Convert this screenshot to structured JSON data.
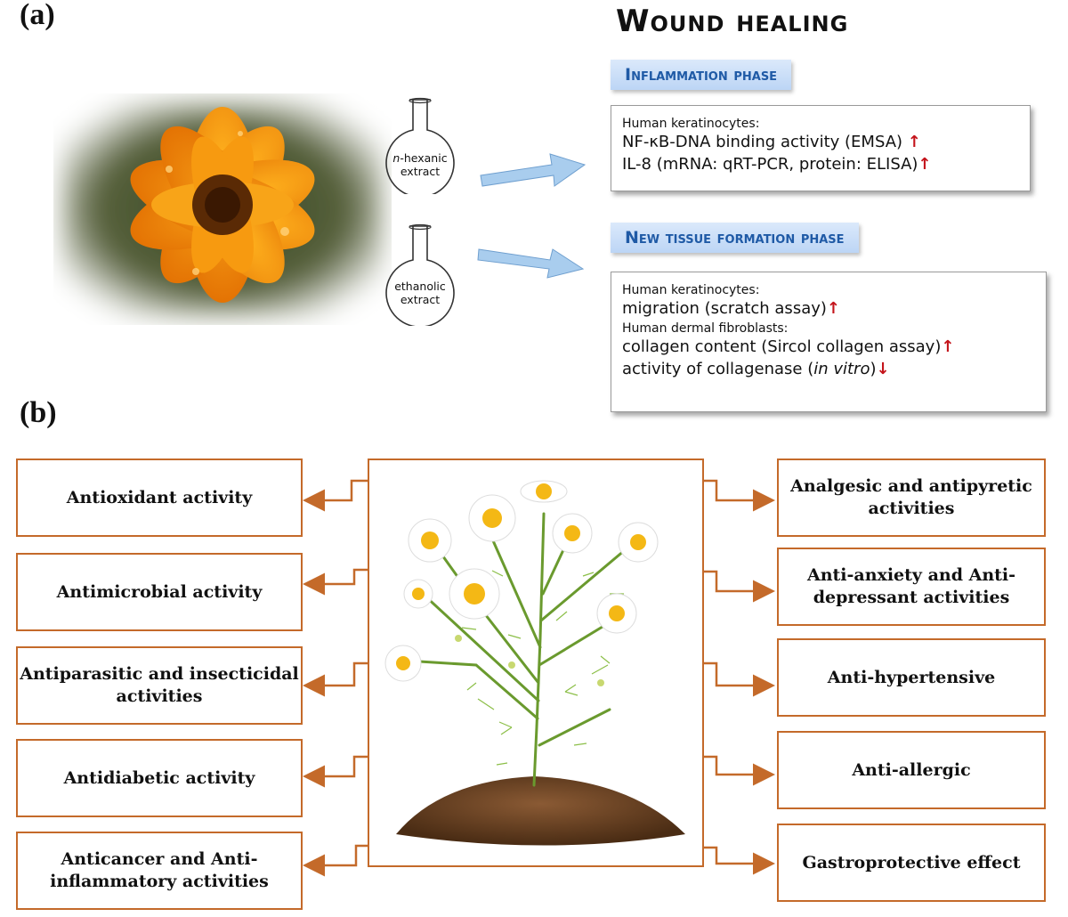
{
  "panel_a": {
    "label": "(a)",
    "title": "Wound healing",
    "extracts": [
      {
        "prefix": "n",
        "rest": "-hexanic",
        "line2": "extract"
      },
      {
        "prefix": "",
        "rest": "ethanolic",
        "line2": "extract"
      }
    ],
    "inflammation": {
      "title": "Inflammation phase",
      "cell_type": "Human keratinocytes:",
      "items": [
        {
          "text": "NF-κB-DNA binding activity (EMSA)",
          "arrow": "↑"
        },
        {
          "text": "IL-8 (mRNA: qRT-PCR, protein: ELISA)",
          "arrow": "↑"
        }
      ]
    },
    "new_tissue": {
      "title": "New tissue formation phase",
      "cell_type_1": "Human keratinocytes:",
      "item_1": {
        "text": "migration (scratch assay)",
        "arrow": "↑"
      },
      "cell_type_2": "Human dermal fibroblasts:",
      "item_2": {
        "text": "collagen content (Sircol collagen assay)",
        "arrow": "↑"
      },
      "item_3": {
        "text_pre": "activity of collagenase (",
        "italic": "in vitro",
        "text_post": ")",
        "arrow": "↓"
      }
    }
  },
  "panel_b": {
    "label": "(b)",
    "left_activities": [
      "Antioxidant activity",
      "Antimicrobial activity",
      "Antiparasitic and insecticidal activities",
      "Antidiabetic activity",
      "Anticancer and Anti-inflammatory activities"
    ],
    "right_activities": [
      "Analgesic and antipyretic activities",
      "Anti-anxiety and Anti-depressant activities",
      "Anti-hypertensive",
      "Anti-allergic",
      "Gastroprotective effect"
    ]
  },
  "colors": {
    "accent": "#c46a2a",
    "banner_text": "#1f5aa6",
    "arrow_red": "#c4141b",
    "arrow_blue": "#9cc4ea"
  }
}
